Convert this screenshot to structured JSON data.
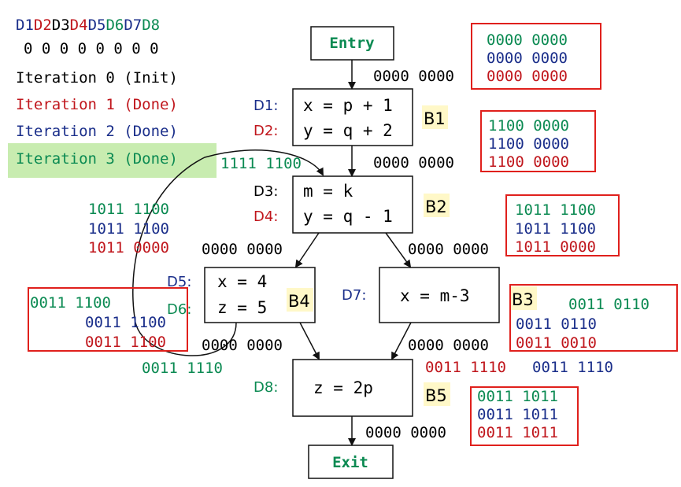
{
  "colors": {
    "green": "#0b8a52",
    "red": "#c0161c",
    "blue": "#1a2e8a",
    "black": "#000000",
    "highlight": "#c8ecb0",
    "block_label_bg": "#fff8c8",
    "annotation_box": "#e0201c"
  },
  "legend": {
    "defs": [
      {
        "text": "D1",
        "color": "blue"
      },
      {
        "text": "D2",
        "color": "red"
      },
      {
        "text": "D3",
        "color": "black"
      },
      {
        "text": "D4",
        "color": "red"
      },
      {
        "text": "D5",
        "color": "blue"
      },
      {
        "text": "D6",
        "color": "green"
      },
      {
        "text": "D7",
        "color": "blue"
      },
      {
        "text": "D8",
        "color": "green"
      }
    ],
    "bits": "0 0 0 0 0 0 0 0",
    "iterations": [
      {
        "text": "Iteration 0 (Init)",
        "color": "black"
      },
      {
        "text": "Iteration 1 (Done)",
        "color": "red"
      },
      {
        "text": "Iteration 2 (Done)",
        "color": "blue"
      },
      {
        "text": "Iteration 3 (Done)",
        "color": "green"
      }
    ]
  },
  "nodes": {
    "entry": "Entry",
    "exit": "Exit",
    "b1": {
      "label": "B1",
      "d1": "D1:",
      "d2": "D2:",
      "line1": "x = p + 1",
      "line2": "y = q + 2"
    },
    "b2": {
      "label": "B2",
      "d3": "D3:",
      "d4": "D4:",
      "line1": "m = k",
      "line2": "y = q - 1"
    },
    "b4": {
      "label": "B4",
      "d5": "D5:",
      "d6": "D6:",
      "line1": "x = 4",
      "line2": "z = 5"
    },
    "b3": {
      "label": "B3",
      "d7": "D7:",
      "line1": "x = m-3"
    },
    "b5": {
      "label": "B5",
      "d8": "D8:",
      "line1": "z = 2p"
    }
  },
  "edge_sets": {
    "entry_out": "0000 0000",
    "b1_in_back": "1111 1100",
    "b2_in": "0000 0000",
    "b2_to_b4": "0000 0000",
    "b2_to_b3": "0000 0000",
    "b4_out": "0000 0000",
    "b3_out": "0000 0000",
    "b4_back": "0011 1110",
    "b5_in_red": "0011 1110",
    "b5_in_blue": "0011 1110",
    "b5_out": "0000 0000"
  },
  "annotations": {
    "entry_box": [
      "0000 0000",
      "0000 0000",
      "0000 0000"
    ],
    "b1_box": [
      "1100 0000",
      "1100 0000",
      "1100 0000"
    ],
    "b2_left": [
      "1011 1100",
      "1011 1100",
      "1011 0000"
    ],
    "b2_box": [
      "1011 1100",
      "1011 1100",
      "1011 0000"
    ],
    "b4_box": [
      "0011 1100",
      "0011 1100",
      "0011 1100"
    ],
    "b3_box": [
      "0011 0110",
      "0011 0110",
      "0011 0010"
    ],
    "b5_box": [
      "0011 1011",
      "0011 1011",
      "0011 1011"
    ]
  }
}
